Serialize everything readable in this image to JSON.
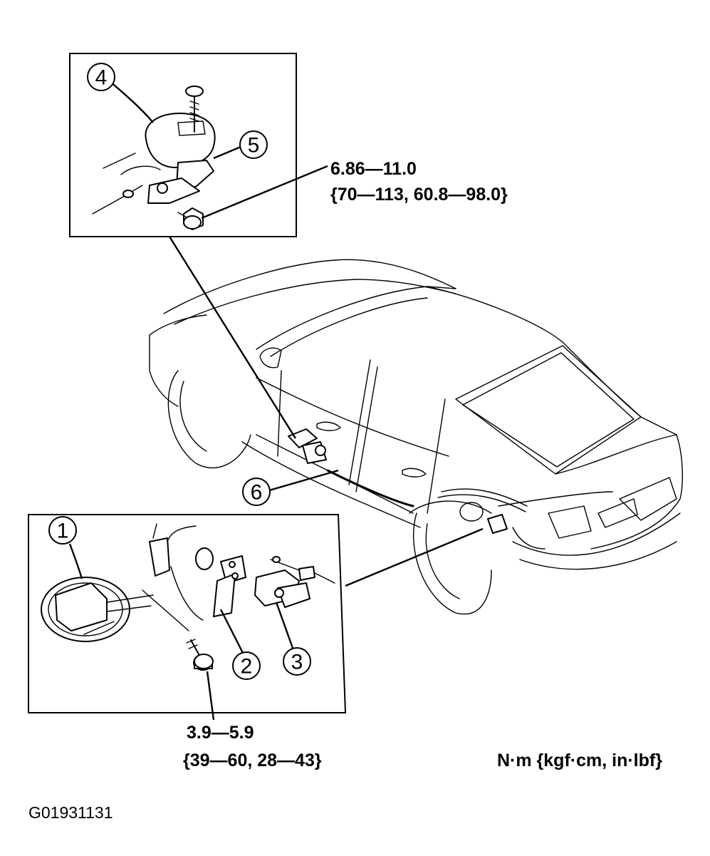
{
  "callouts": {
    "c1": "1",
    "c2": "2",
    "c3": "3",
    "c4": "4",
    "c5": "5",
    "c6": "6"
  },
  "torque_specs": {
    "upper": {
      "line1": "6.86—11.0",
      "line2": "{70—113, 60.8—98.0}"
    },
    "lower": {
      "line1": "3.9—5.9",
      "line2": "{39—60, 28—43}"
    }
  },
  "units_note": "N·m {kgf·cm, in·lbf}",
  "figure_code": "G01931131"
}
